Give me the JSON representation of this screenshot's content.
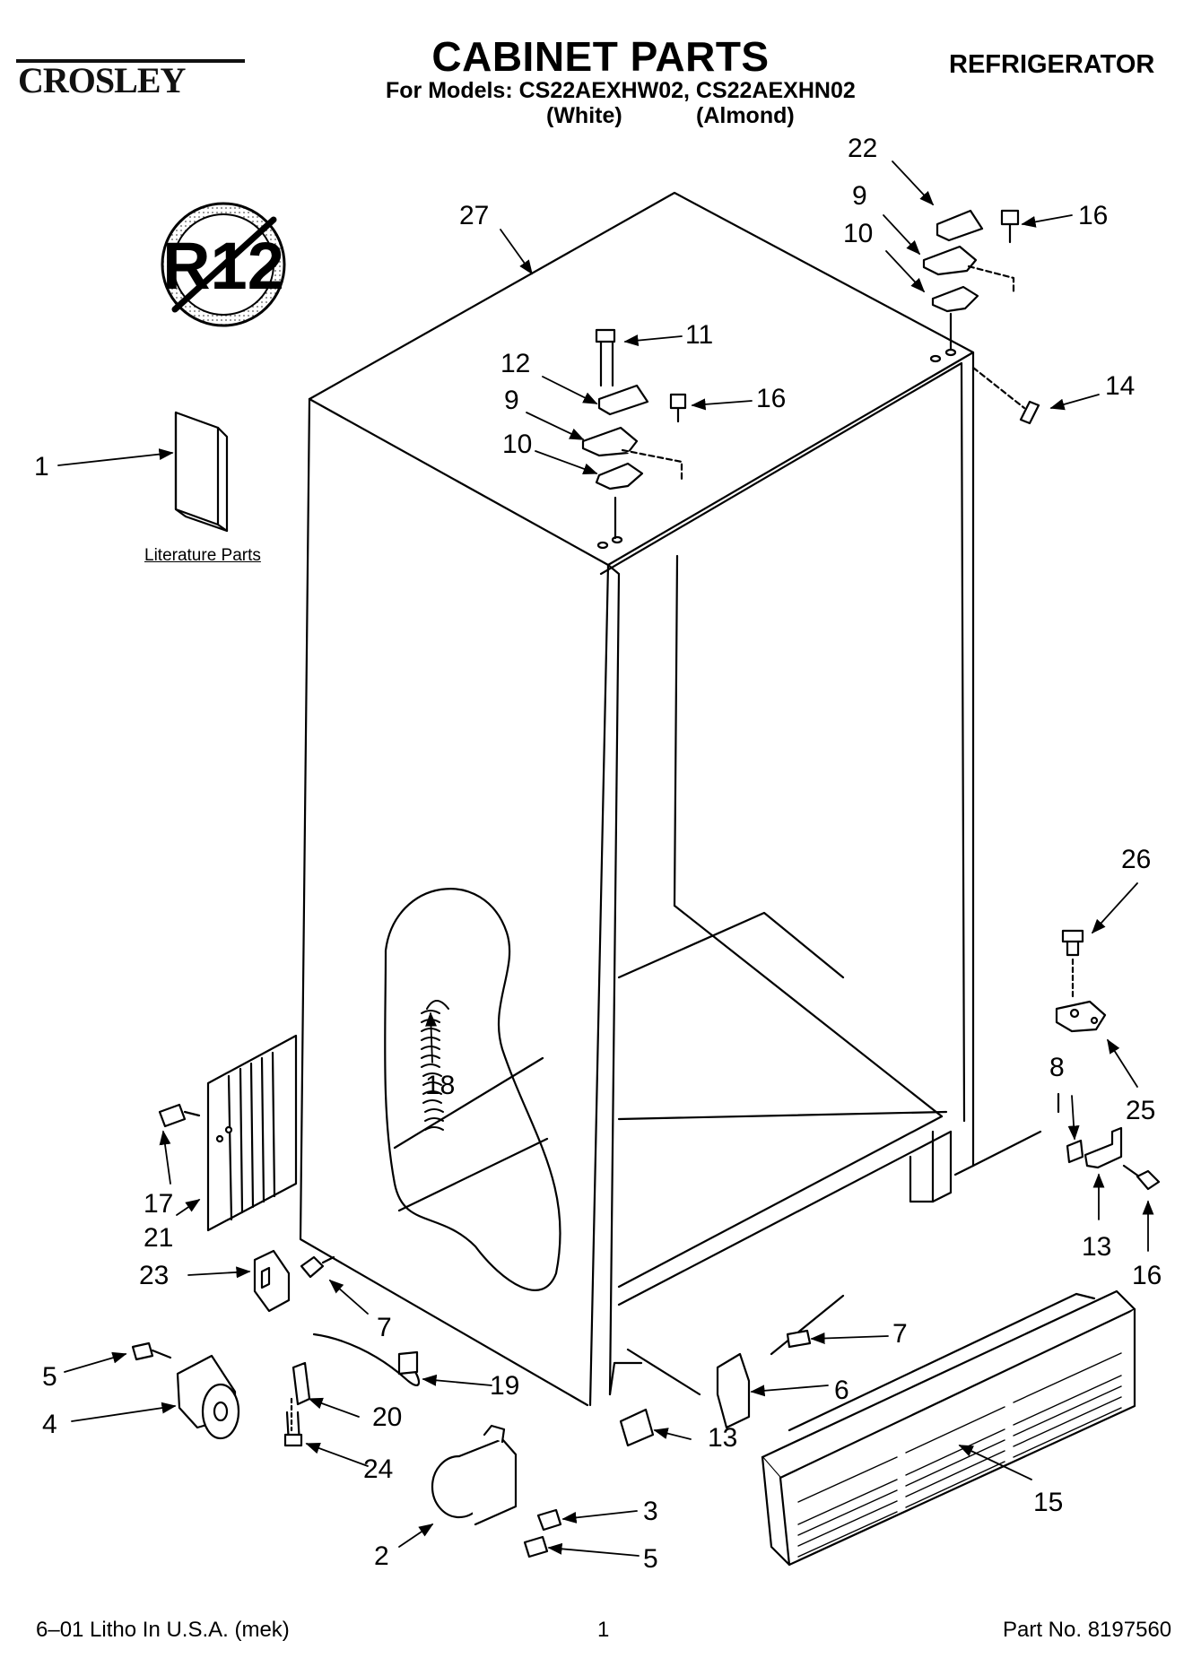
{
  "header": {
    "brand": "CROSLEY",
    "title": "CABINET PARTS",
    "models_line": "For Models: CS22AEXHW02, CS22AEXHN02",
    "model_white": "(White)",
    "model_almond": "(Almond)",
    "category": "REFRIGERATOR"
  },
  "badge": {
    "text": "R12"
  },
  "literature_label": "Literature Parts",
  "callouts": [
    "1",
    "2",
    "3",
    "4",
    "5",
    "5",
    "6",
    "7",
    "7",
    "8",
    "9",
    "9",
    "10",
    "10",
    "11",
    "12",
    "13",
    "13",
    "14",
    "15",
    "16",
    "16",
    "16",
    "17",
    "18",
    "19",
    "20",
    "21",
    "22",
    "23",
    "24",
    "25",
    "26",
    "27"
  ],
  "footer": {
    "litho": "6–01 Litho In U.S.A. (mek)",
    "page": "1",
    "part_no": "Part No. 8197560"
  }
}
